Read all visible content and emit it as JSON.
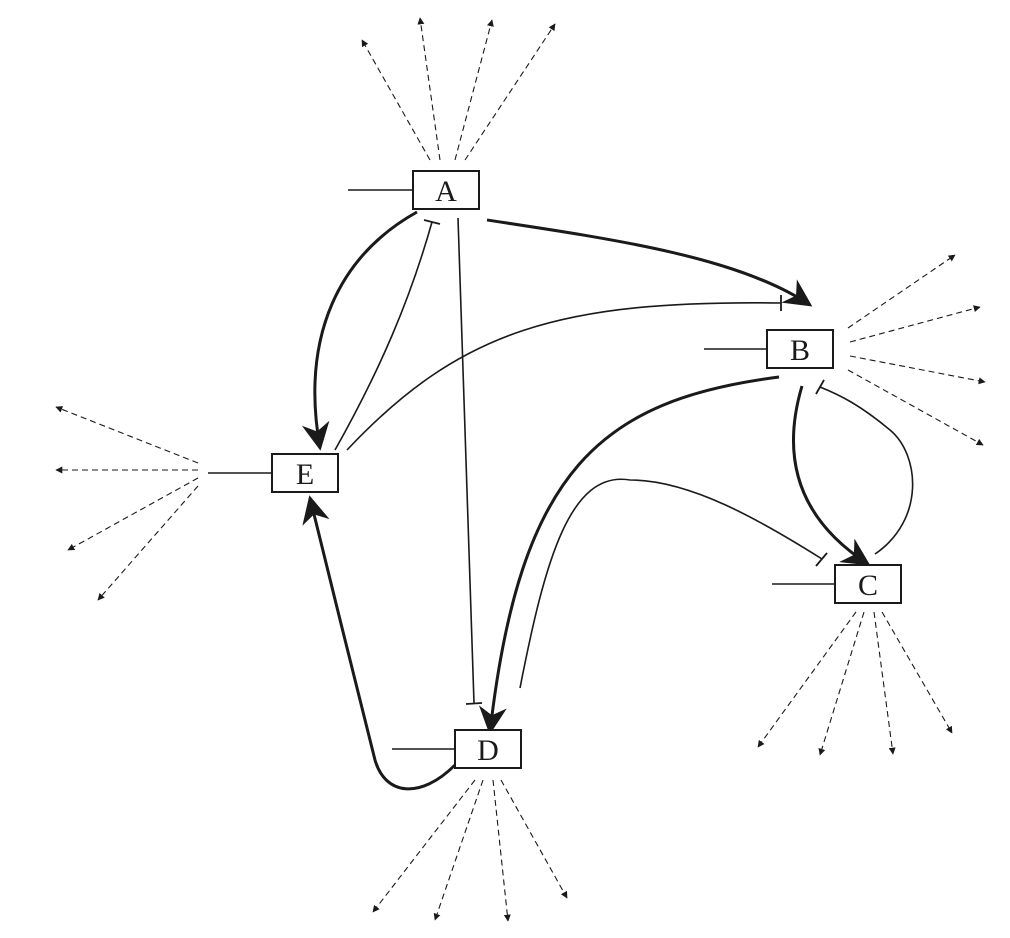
{
  "diagram": {
    "nodes": [
      {
        "id": "A",
        "label": "A"
      },
      {
        "id": "B",
        "label": "B"
      },
      {
        "id": "C",
        "label": "C"
      },
      {
        "id": "D",
        "label": "D"
      },
      {
        "id": "E",
        "label": "E"
      }
    ],
    "edges": [
      {
        "from": "A",
        "to": "B",
        "kind": "activation"
      },
      {
        "from": "A",
        "to": "E",
        "kind": "activation"
      },
      {
        "from": "E",
        "to": "A",
        "kind": "inhibition"
      },
      {
        "from": "A",
        "to": "D",
        "kind": "inhibition"
      },
      {
        "from": "E",
        "to": "B",
        "kind": "inhibition"
      },
      {
        "from": "B",
        "to": "D",
        "kind": "activation"
      },
      {
        "from": "D",
        "to": "C",
        "kind": "inhibition"
      },
      {
        "from": "B",
        "to": "C",
        "kind": "activation"
      },
      {
        "from": "C",
        "to": "B",
        "kind": "inhibition"
      },
      {
        "from": "D",
        "to": "E",
        "kind": "activation"
      }
    ],
    "colors": {
      "ink": "#1a1a1a",
      "background": "#ffffff"
    }
  }
}
